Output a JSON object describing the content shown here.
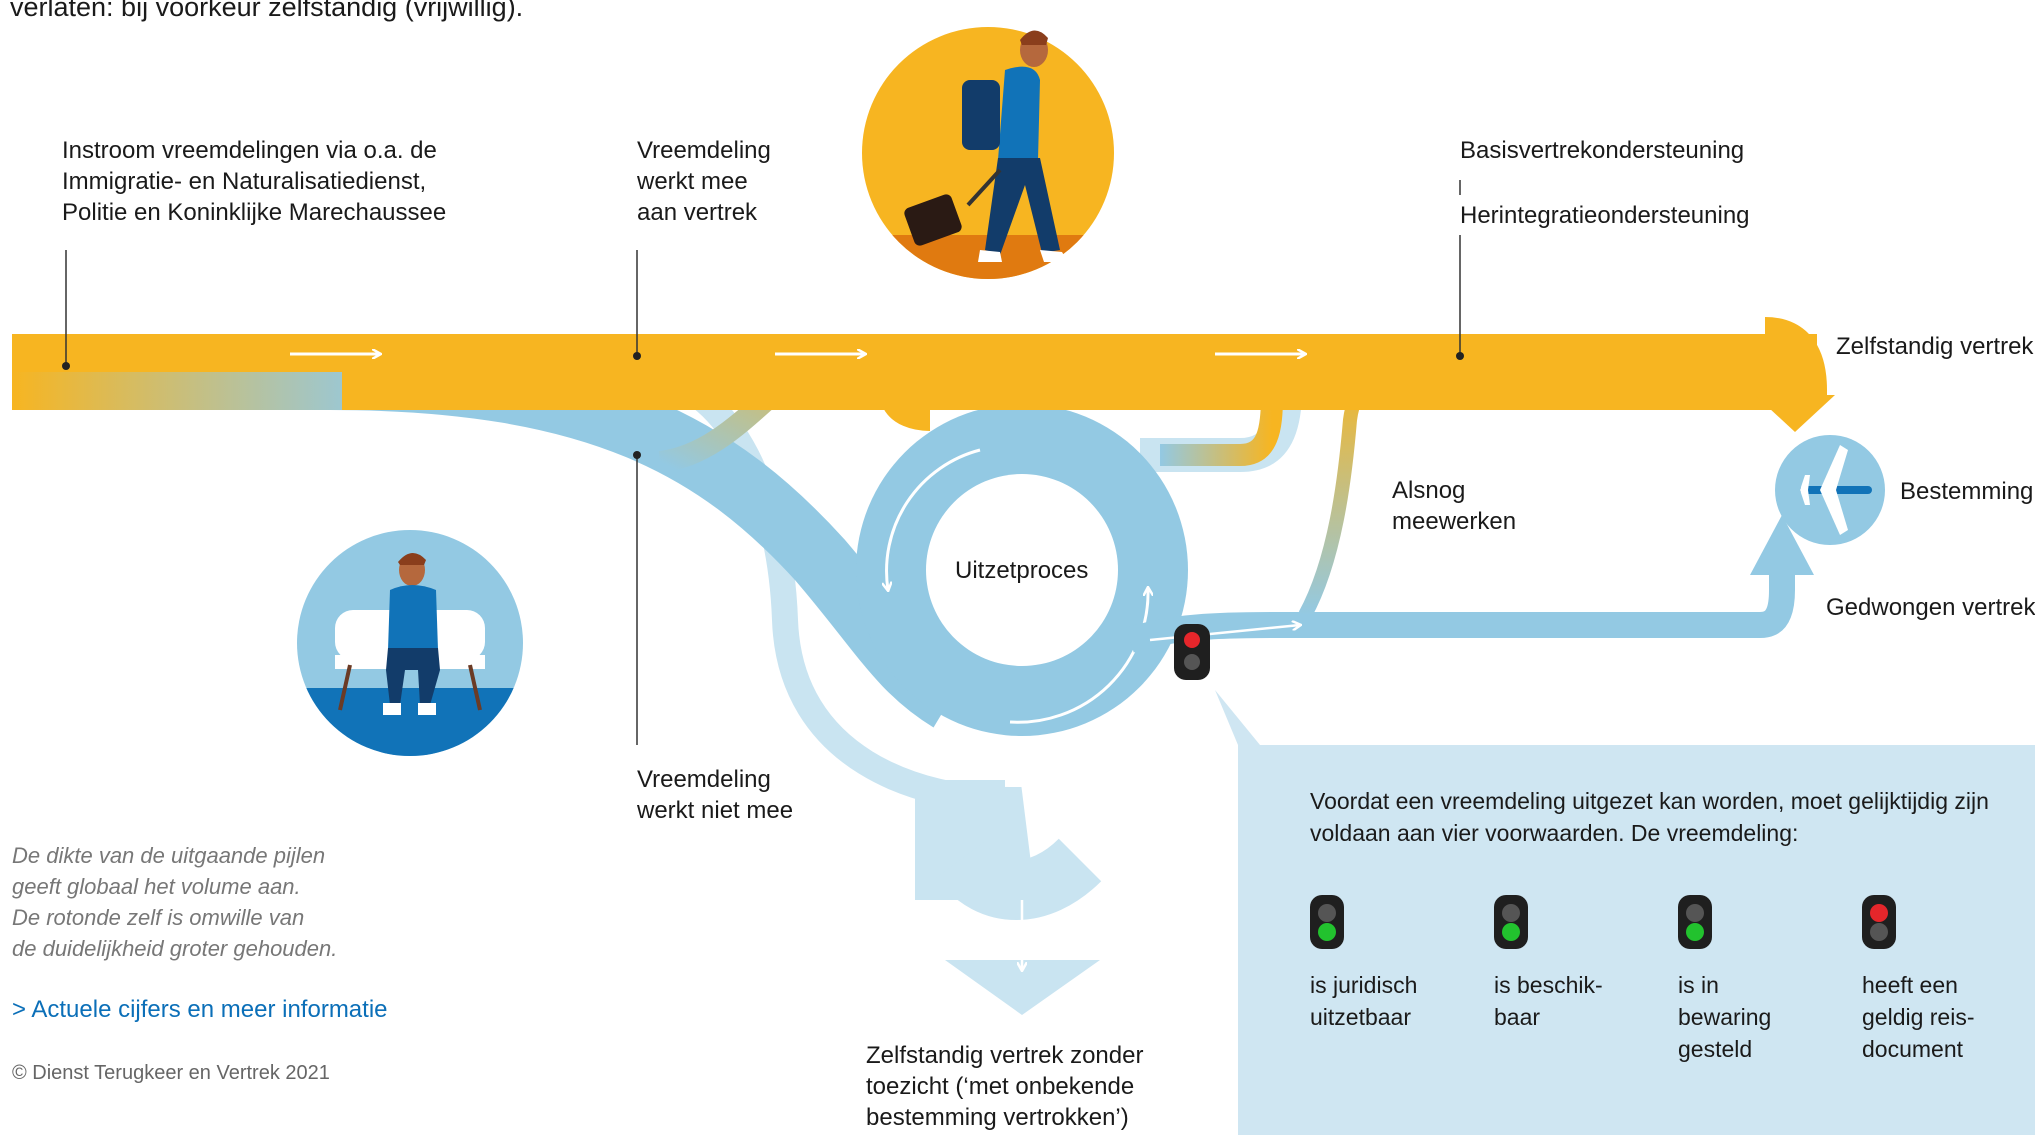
{
  "intro": "verlaten: bij voorkeur zelfstandig (vrijwillig).",
  "labels": {
    "instroom": "Instroom vreemdelingen via o.a. de\nImmigratie- en Naturalisatiedienst,\nPolitie en Koninklijke Marechaussee",
    "werkt_mee": "Vreemdeling\nwerkt mee\naan vertrek",
    "basis": "Basisvertrekondersteuning",
    "herintegratie": "Herintegratieondersteuning",
    "zelfstandig": "Zelfstandig vertrek",
    "bestemming": "Bestemming",
    "alsnog": "Alsnog\nmeewerken",
    "gedwongen": "Gedwongen vertrek",
    "uitzetproces": "Uitzetproces",
    "werkt_niet_mee": "Vreemdeling\nwerkt niet mee",
    "zonder_toezicht": "Zelfstandig vertrek zonder\ntoezicht (‘met onbekende\nbestemming vertrokken’)"
  },
  "note": "De dikte van de uitgaande pijlen\ngeeft globaal het volume aan.\nDe rotonde zelf is omwille van\nde duidelijkheid groter gehouden.",
  "link": "> Actuele cijfers en meer informatie",
  "credit": "© Dienst Terugkeer en Vertrek 2021",
  "panel": {
    "text": "Voordat een vreemdeling uitgezet kan worden, moet gelijktijdig zijn voldaan aan vier voorwaarden. De vreemdeling:",
    "conditions": [
      {
        "label": "is juridisch\nuitzetbaar",
        "state": "green"
      },
      {
        "label": "is beschik-\nbaar",
        "state": "green"
      },
      {
        "label": "is in\nbewaring\ngesteld",
        "state": "green"
      },
      {
        "label": "heeft een\ngeldig reis-\ndocument",
        "state": "red"
      }
    ]
  },
  "icons": {
    "traveler": "person-with-suitcase-icon",
    "waiting": "person-on-bench-icon",
    "plane": "airplane-icon",
    "traffic_light": "traffic-light-icon"
  },
  "colors": {
    "yellow": "#f7b521",
    "orange": "#e07a10",
    "light_blue": "#93c9e3",
    "pale_blue": "#c9e4f1",
    "dark_blue": "#1173b8",
    "panel": "#cfe6f2"
  }
}
